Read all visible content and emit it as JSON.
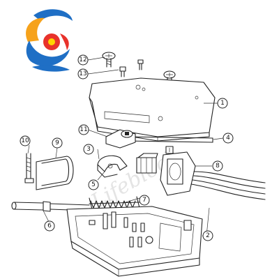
{
  "watermark": "Lifeblock",
  "callouts": [
    {
      "id": "1",
      "label": "1"
    },
    {
      "id": "2",
      "label": "2"
    },
    {
      "id": "3",
      "label": "3"
    },
    {
      "id": "4",
      "label": "4"
    },
    {
      "id": "5",
      "label": "5"
    },
    {
      "id": "6",
      "label": "6"
    },
    {
      "id": "7",
      "label": "7"
    },
    {
      "id": "8",
      "label": "8"
    },
    {
      "id": "9",
      "label": "9"
    },
    {
      "id": "10",
      "label": "10"
    },
    {
      "id": "11",
      "label": "11"
    },
    {
      "id": "12",
      "label": "12"
    },
    {
      "id": "13",
      "label": "13"
    }
  ],
  "logo_colors": {
    "red": "#e8322b",
    "orange": "#f6a21b",
    "blue": "#1f6fc5",
    "yellow": "#ffd400"
  }
}
